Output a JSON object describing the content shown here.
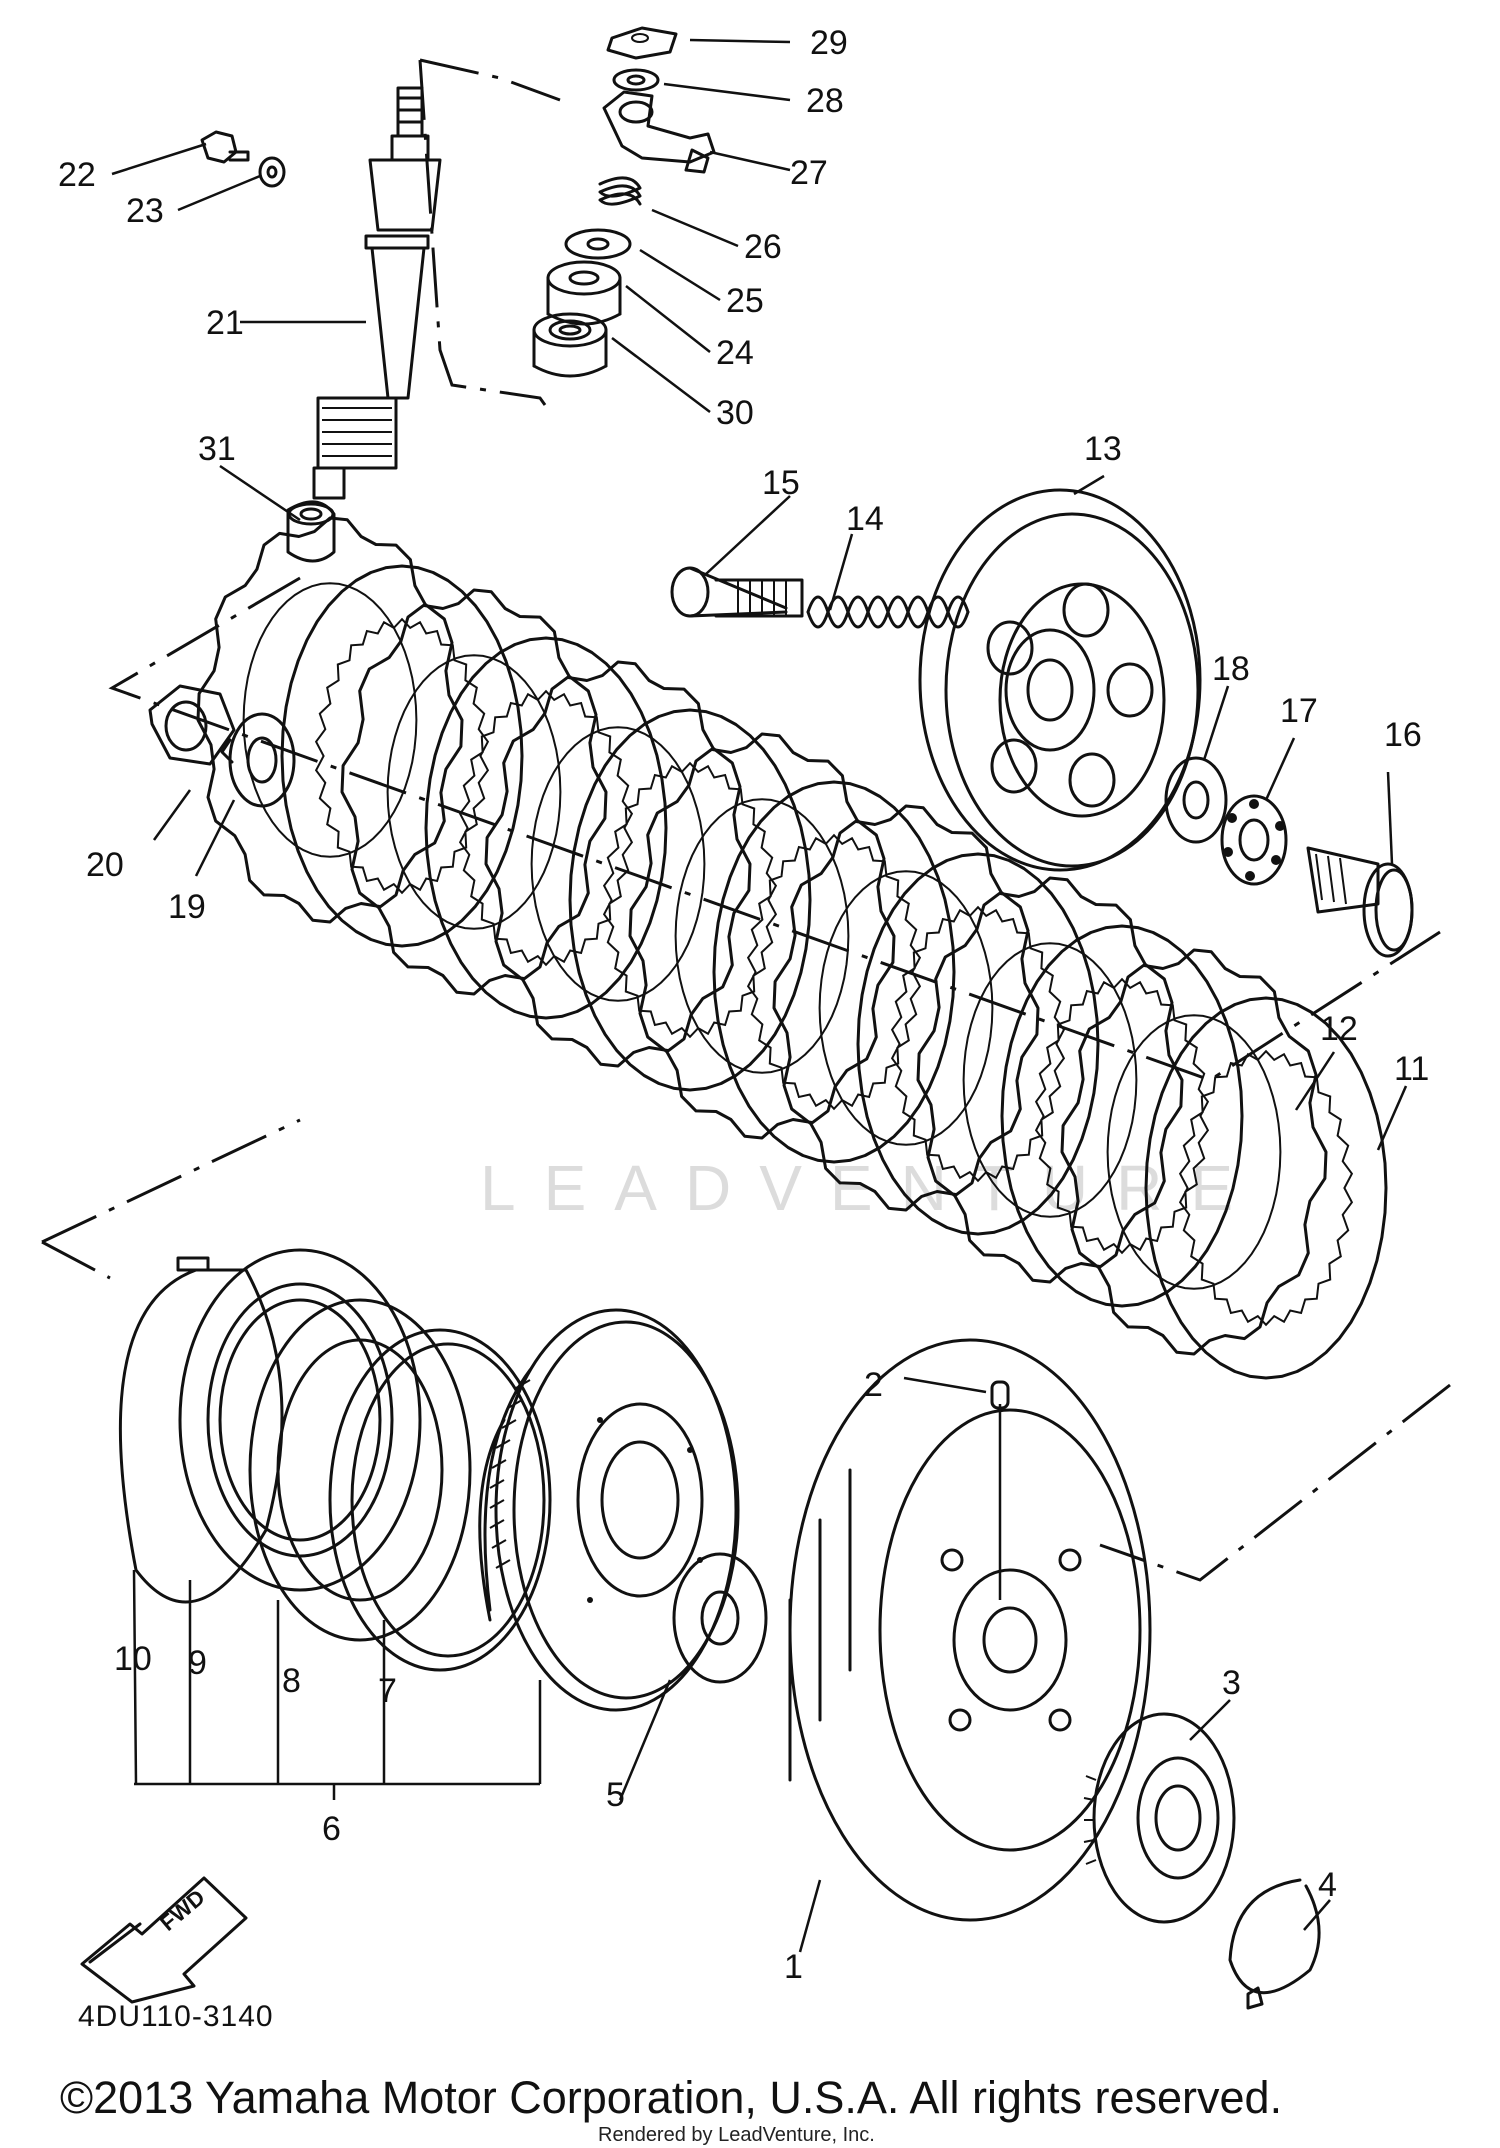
{
  "diagram": {
    "code": "4DU110-3140",
    "copyright": "©2013 Yamaha Motor Corporation, U.S.A. All rights reserved.",
    "rendered_by": "Rendered by LeadVenture, Inc.",
    "watermark": "LEADVENTURE",
    "direction_badge": "FWD"
  },
  "callouts": {
    "n1": "1",
    "n2": "2",
    "n3": "3",
    "n4": "4",
    "n5": "5",
    "n6": "6",
    "n7": "7",
    "n8": "8",
    "n9": "9",
    "n10": "10",
    "n11": "11",
    "n12": "12",
    "n13": "13",
    "n14": "14",
    "n15": "15",
    "n16": "16",
    "n17": "17",
    "n18": "18",
    "n19": "19",
    "n20": "20",
    "n21": "21",
    "n22": "22",
    "n23": "23",
    "n24": "24",
    "n25": "25",
    "n26": "26",
    "n27": "27",
    "n28": "28",
    "n29": "29",
    "n30": "30",
    "n31": "31"
  }
}
